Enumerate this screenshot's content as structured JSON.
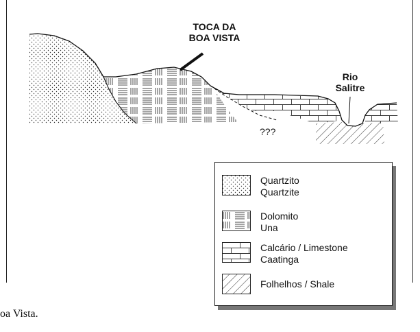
{
  "labels": {
    "cave_line1": "TOCA DA",
    "cave_line2": "BOA VISTA",
    "river_line1": "Rio",
    "river_line2": "Salitre",
    "unknown": "???"
  },
  "legend": {
    "items": [
      {
        "line1": "Quartzito",
        "line2": "Quartzite",
        "pattern": "quartzite-dots"
      },
      {
        "line1": "Dolomito",
        "line2": "Una",
        "pattern": "dolomite-lines"
      },
      {
        "line1": "Calcário / Limestone",
        "line2": "Caatinga",
        "pattern": "limestone-bricks"
      },
      {
        "line1": "Folhelhos / Shale",
        "line2": "",
        "pattern": "shale-hatch"
      }
    ]
  },
  "caption": "oa Vista."
}
